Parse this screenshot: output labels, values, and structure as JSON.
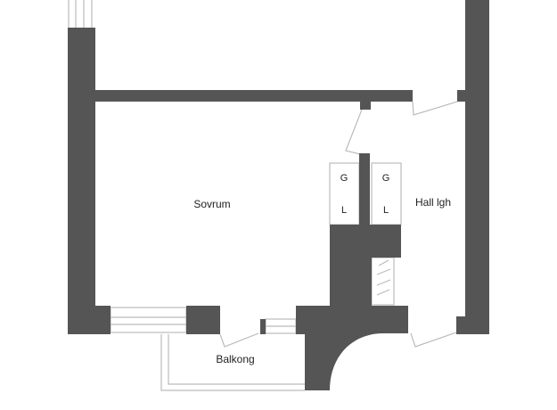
{
  "floorplan": {
    "rooms": {
      "bedroom": "Sovrum",
      "hall": "Hall lgh",
      "balcony": "Balkong"
    },
    "closets": {
      "left_top": "G",
      "left_bottom": "L",
      "right_top": "G",
      "right_bottom": "L"
    }
  },
  "colors": {
    "wall": "#555555",
    "line": "#bbbbbb",
    "background": "#ffffff"
  }
}
